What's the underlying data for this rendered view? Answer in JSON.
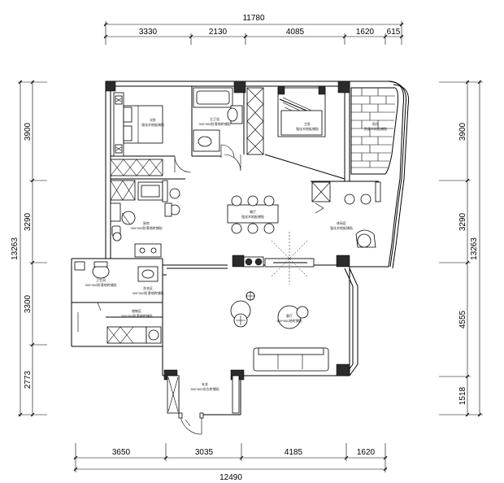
{
  "dimensions": {
    "top_total": "11780",
    "top_segments": [
      "3330",
      "2130",
      "4085",
      "1620",
      "615"
    ],
    "bottom_total": "12490",
    "bottom_segments": [
      "3650",
      "3035",
      "4185",
      "1620"
    ],
    "left_total": "13263",
    "left_segments": [
      "3900",
      "3290",
      "3300",
      "2773"
    ],
    "right_total": "13263",
    "right_segments": [
      "3900",
      "3290",
      "4555",
      "1518"
    ]
  },
  "rooms": [
    {
      "name": "次卧",
      "note": "强化木地板铺贴"
    },
    {
      "name": "主卫浴",
      "note": "300*300防滑地砖铺贴"
    },
    {
      "name": "主卧",
      "note": "强化木地板铺贴"
    },
    {
      "name": "阳台",
      "note": "防腐木地板铺贴"
    },
    {
      "name": "厨房",
      "note": "300*300防滑地砖铺贴"
    },
    {
      "name": "餐厅",
      "note": "强化木地板铺贴"
    },
    {
      "name": "休闲区",
      "note": "强化木地板铺贴"
    },
    {
      "name": "卫生间",
      "note": "300*300防滑地砖铺贴"
    },
    {
      "name": "洗衣区",
      "note": "300*300防滑地砖铺贴"
    },
    {
      "name": "储物区",
      "note": "300*300防滑地砖铺贴"
    },
    {
      "name": "客厅",
      "note": "800*800地砖铺贴"
    },
    {
      "name": "玄关",
      "note": "800*800仿古砖铺贴"
    }
  ]
}
